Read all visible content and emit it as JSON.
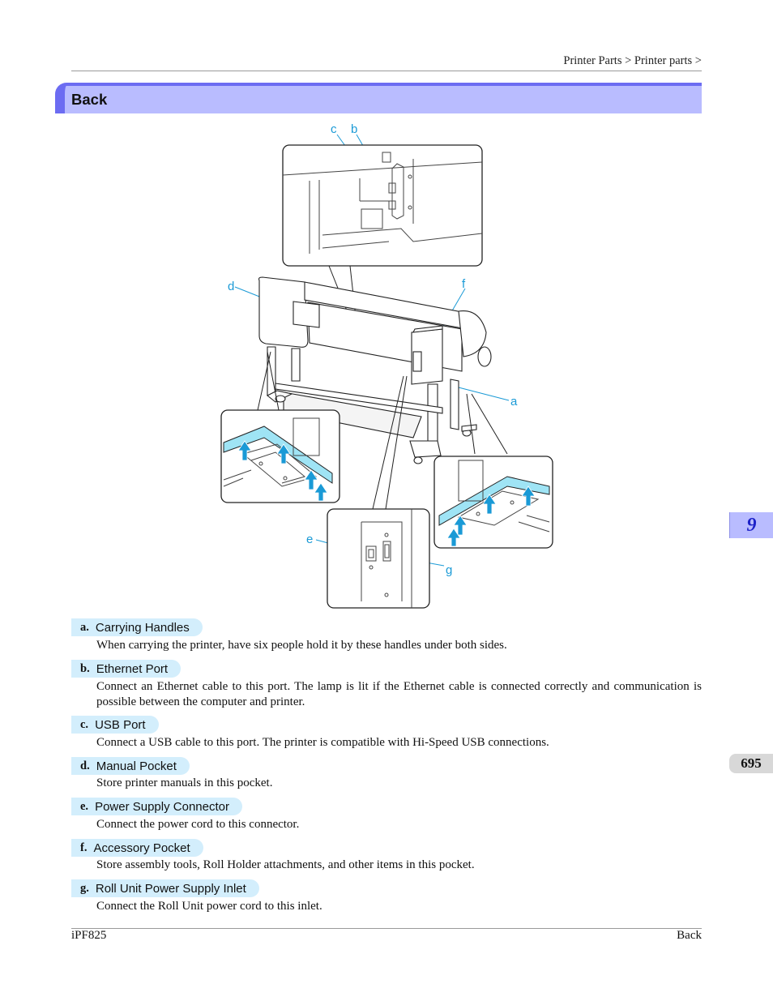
{
  "header": {
    "breadcrumb": "Printer Parts > Printer parts >"
  },
  "section": {
    "title": "Back"
  },
  "figure": {
    "callouts": {
      "a": "a",
      "b": "b",
      "c": "c",
      "d": "d",
      "e": "e",
      "f": "f",
      "g": "g"
    }
  },
  "items": [
    {
      "letter": "a.",
      "title": "Carrying Handles",
      "desc": "When carrying the printer, have six people hold it by these handles under both sides."
    },
    {
      "letter": "b.",
      "title": "Ethernet Port",
      "desc": "Connect an Ethernet cable to this port. The lamp is lit if the Ethernet cable is connected correctly and communication is possible between the computer and printer."
    },
    {
      "letter": "c.",
      "title": "USB Port",
      "desc": "Connect a USB cable to this port. The printer is compatible with Hi-Speed USB connections."
    },
    {
      "letter": "d.",
      "title": "Manual Pocket",
      "desc": "Store printer manuals in this pocket."
    },
    {
      "letter": "e.",
      "title": "Power Supply Connector",
      "desc": "Connect the power cord to this connector."
    },
    {
      "letter": "f.",
      "title": "Accessory Pocket",
      "desc": "Store assembly tools, Roll Holder attachments, and other items in this pocket."
    },
    {
      "letter": "g.",
      "title": "Roll Unit Power Supply Inlet",
      "desc": "Connect the Roll Unit power cord to this inlet."
    }
  ],
  "side_tabs": {
    "chapter": "9",
    "page": "695"
  },
  "footer": {
    "left": "iPF825",
    "right": "Back"
  },
  "colors": {
    "section_bar": "#b9bcff",
    "section_accent": "#6c6cf2",
    "item_tab": "#d3eefc",
    "callout": "#1a9ad6",
    "arrow": "#1a9ad6",
    "highlight": "#9fe4f5"
  }
}
